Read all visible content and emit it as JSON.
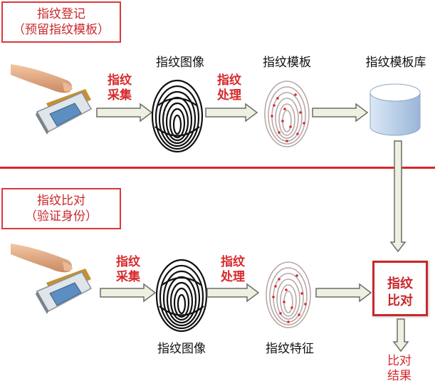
{
  "enroll": {
    "title_line1": "指纹登记",
    "title_line2": "（预留指纹模板）",
    "capture_line1": "指纹",
    "capture_line2": "采集",
    "process_line1": "指纹",
    "process_line2": "处理",
    "image_caption": "指纹图像",
    "template_caption": "指纹模板",
    "db_caption": "指纹模板库"
  },
  "verify": {
    "title_line1": "指纹比对",
    "title_line2": "（验证身份）",
    "capture_line1": "指纹",
    "capture_line2": "采集",
    "process_line1": "指纹",
    "process_line2": "处理",
    "image_caption": "指纹图像",
    "feature_caption": "指纹特征",
    "match_line1": "指纹",
    "match_line2": "比对",
    "result_line1": "比对",
    "result_line2": "结果"
  },
  "colors": {
    "accent_red": "#d8282b",
    "arrow_fill": "#eef0e2",
    "arrow_stroke": "#6d6d65",
    "db_top": "#ffffff",
    "db_side": "#b9cfe8"
  },
  "icons": [
    "finger-scanner-icon",
    "fingerprint-image-icon",
    "fingerprint-template-icon",
    "database-icon"
  ]
}
